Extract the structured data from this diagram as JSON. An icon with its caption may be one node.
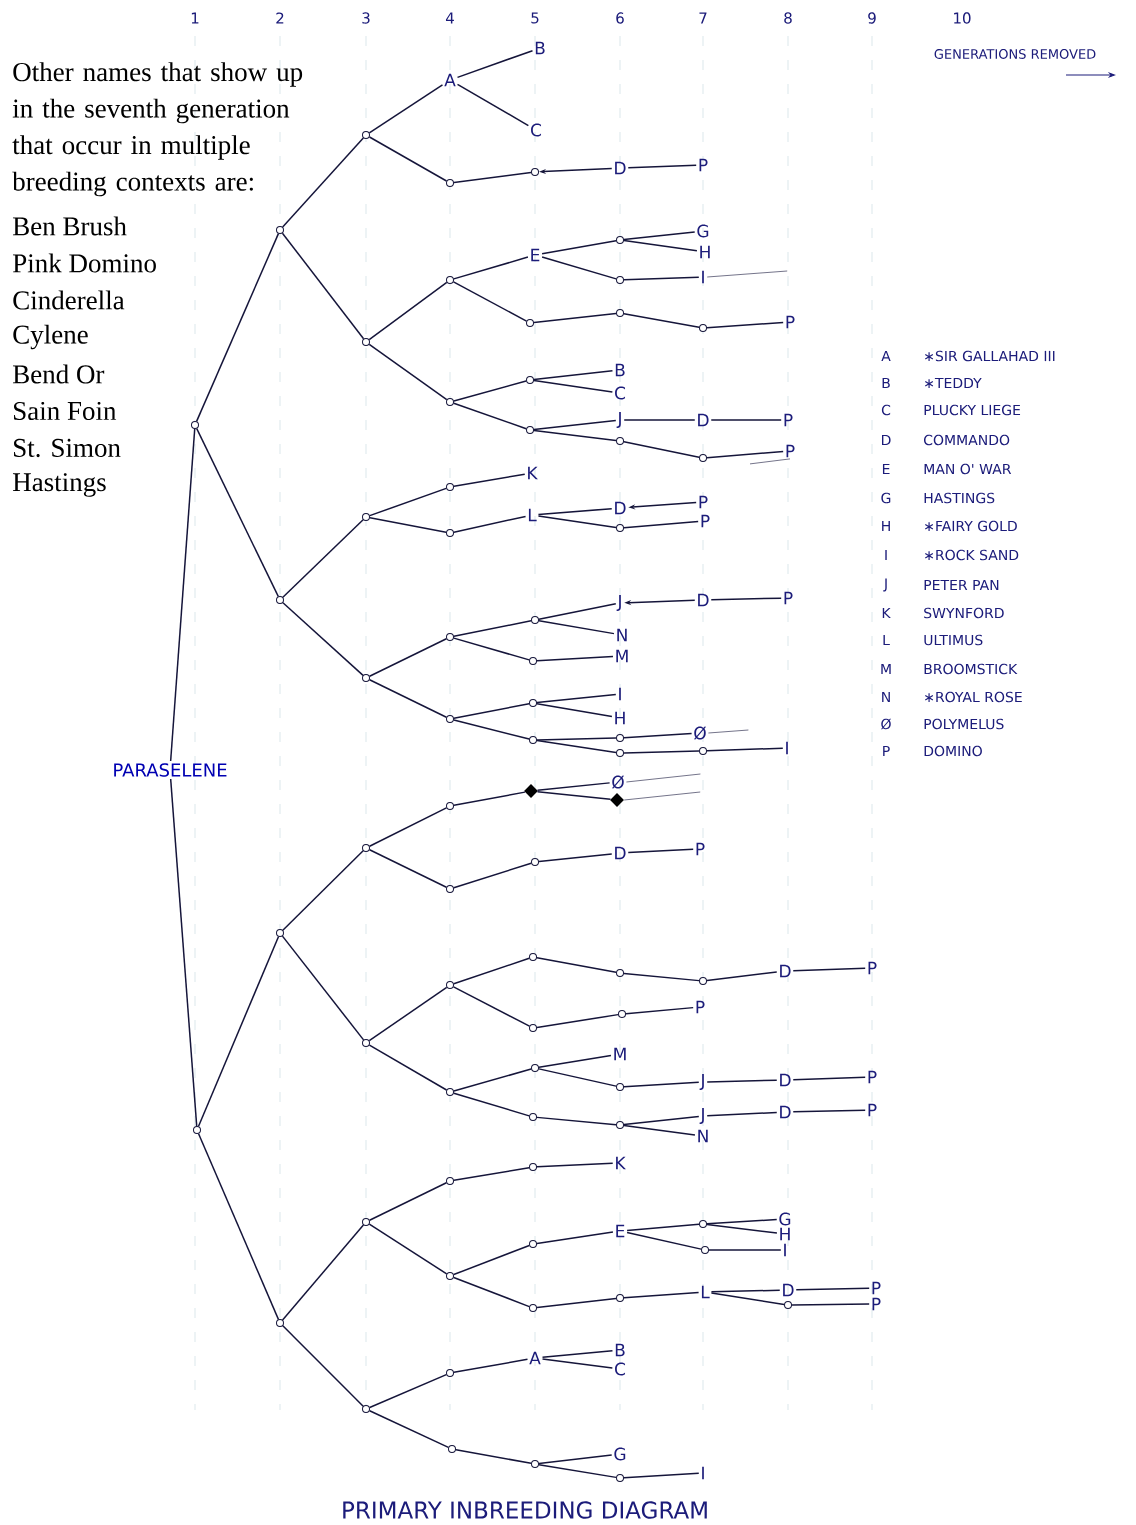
{
  "diagram": {
    "title": "PRIMARY INBREEDING DIAGRAM",
    "nodes": [
      {
        "text": [
          "PARASELENE"
        ]
      },
      {
        "text": [],
        "shape": "circle"
      },
      {
        "text": [],
        "shape": "circle"
      },
      {
        "text": [],
        "shape": "circle"
      },
      {
        "text": [
          "A"
        ]
      },
      {
        "text": [
          "B"
        ]
      },
      {
        "text": [
          "C"
        ]
      },
      {
        "text": [],
        "shape": "circle"
      },
      {
        "text": [],
        "shape": "circle"
      },
      {
        "text": [
          "D"
        ]
      },
      {
        "text": [
          "P"
        ]
      },
      {
        "text": [],
        "shape": "circle"
      },
      {
        "text": [],
        "shape": "circle"
      },
      {
        "text": [
          "E"
        ]
      },
      {
        "text": [],
        "shape": "circle"
      },
      {
        "text": [
          "G"
        ]
      },
      {
        "text": [
          "H"
        ]
      },
      {
        "text": [],
        "shape": "circle"
      },
      {
        "text": [
          "I"
        ]
      },
      {
        "text": [],
        "shape": "circle"
      },
      {
        "text": [],
        "shape": "circle"
      },
      {
        "text": [],
        "shape": "circle"
      },
      {
        "text": [
          "P"
        ]
      },
      {
        "text": [],
        "shape": "circle"
      },
      {
        "text": [],
        "shape": "circle"
      },
      {
        "text": [
          "B"
        ]
      },
      {
        "text": [
          "C"
        ]
      },
      {
        "text": [],
        "shape": "circle"
      },
      {
        "text": [
          "J"
        ]
      },
      {
        "text": [
          "D"
        ]
      },
      {
        "text": [
          "P"
        ]
      },
      {
        "text": [],
        "shape": "circle"
      },
      {
        "text": [],
        "shape": "circle"
      },
      {
        "text": [
          "P"
        ]
      },
      {
        "text": [],
        "shape": "circle"
      },
      {
        "text": [],
        "shape": "circle"
      },
      {
        "text": [],
        "shape": "circle"
      },
      {
        "text": [
          "K"
        ]
      },
      {
        "text": [],
        "shape": "circle"
      },
      {
        "text": [
          "L"
        ]
      },
      {
        "text": [
          "D"
        ]
      },
      {
        "text": [
          "P"
        ]
      },
      {
        "text": [],
        "shape": "circle"
      },
      {
        "text": [
          "P"
        ]
      },
      {
        "text": [],
        "shape": "circle"
      },
      {
        "text": [],
        "shape": "circle"
      },
      {
        "text": [],
        "shape": "circle"
      },
      {
        "text": [
          "J"
        ]
      },
      {
        "text": [
          "D"
        ]
      },
      {
        "text": [
          "P"
        ]
      },
      {
        "text": [
          "N"
        ]
      },
      {
        "text": [],
        "shape": "circle"
      },
      {
        "text": [
          "M"
        ]
      },
      {
        "text": [],
        "shape": "circle"
      },
      {
        "text": [],
        "shape": "circle"
      },
      {
        "text": [
          "I"
        ]
      },
      {
        "text": [
          "H"
        ]
      },
      {
        "text": [],
        "shape": "circle"
      },
      {
        "text": [],
        "shape": "circle"
      },
      {
        "text": [
          "Ø"
        ]
      },
      {
        "text": [],
        "shape": "circle"
      },
      {
        "text": [],
        "shape": "circle"
      },
      {
        "text": [
          "I"
        ]
      },
      {
        "text": [],
        "shape": "circle"
      },
      {
        "text": [],
        "shape": "circle"
      },
      {
        "text": [],
        "shape": "circle"
      },
      {
        "text": [],
        "shape": "circle"
      },
      {
        "text": [],
        "shape": "diamond"
      },
      {
        "text": [
          "Ø"
        ]
      },
      {
        "text": [],
        "shape": "diamond"
      },
      {
        "text": [],
        "shape": "circle"
      },
      {
        "text": [],
        "shape": "circle"
      },
      {
        "text": [
          "D"
        ]
      },
      {
        "text": [
          "P"
        ]
      },
      {
        "text": [],
        "shape": "circle"
      },
      {
        "text": [],
        "shape": "circle"
      },
      {
        "text": [],
        "shape": "circle"
      },
      {
        "text": [],
        "shape": "circle"
      },
      {
        "text": [],
        "shape": "circle"
      },
      {
        "text": [
          "D"
        ]
      },
      {
        "text": [
          "P"
        ]
      },
      {
        "text": [],
        "shape": "circle"
      },
      {
        "text": [],
        "shape": "circle"
      },
      {
        "text": [
          "P"
        ]
      },
      {
        "text": [],
        "shape": "circle"
      },
      {
        "text": [],
        "shape": "circle"
      },
      {
        "text": [
          "M"
        ]
      },
      {
        "text": [],
        "shape": "circle"
      },
      {
        "text": [
          "J"
        ]
      },
      {
        "text": [
          "D"
        ]
      },
      {
        "text": [
          "P"
        ]
      },
      {
        "text": [],
        "shape": "circle"
      },
      {
        "text": [],
        "shape": "circle"
      },
      {
        "text": [
          "J"
        ]
      },
      {
        "text": [
          "D"
        ]
      },
      {
        "text": [
          "P"
        ]
      },
      {
        "text": [
          "N"
        ]
      },
      {
        "text": [],
        "shape": "circle"
      },
      {
        "text": [],
        "shape": "circle"
      },
      {
        "text": [],
        "shape": "circle"
      },
      {
        "text": [],
        "shape": "circle"
      },
      {
        "text": [
          "K"
        ]
      },
      {
        "text": [],
        "shape": "circle"
      },
      {
        "text": [],
        "shape": "circle"
      },
      {
        "text": [
          "E"
        ]
      },
      {
        "text": [],
        "shape": "circle"
      },
      {
        "text": [
          "G"
        ]
      },
      {
        "text": [
          "H"
        ]
      },
      {
        "text": [],
        "shape": "circle"
      },
      {
        "text": [
          "I"
        ]
      },
      {
        "text": [],
        "shape": "circle"
      },
      {
        "text": [],
        "shape": "circle"
      },
      {
        "text": [
          "L"
        ]
      },
      {
        "text": [
          "D"
        ]
      },
      {
        "text": [
          "P"
        ]
      },
      {
        "text": [],
        "shape": "circle"
      },
      {
        "text": [
          "P"
        ]
      },
      {
        "text": [],
        "shape": "circle"
      },
      {
        "text": [],
        "shape": "circle"
      },
      {
        "text": [
          "A"
        ]
      },
      {
        "text": [
          "B"
        ]
      },
      {
        "text": [
          "C"
        ]
      },
      {
        "text": [],
        "shape": "circle"
      },
      {
        "text": [],
        "shape": "circle"
      },
      {
        "text": [
          "G"
        ]
      },
      {
        "text": [],
        "shape": "circle"
      },
      {
        "text": [
          "I"
        ]
      }
    ],
    "edges": [
      {
        "from": 0,
        "to": 1,
        "arrow": "none"
      },
      {
        "from": 0,
        "to": 63,
        "arrow": "none"
      },
      {
        "from": 1,
        "to": 2,
        "arrow": "none"
      },
      {
        "from": 1,
        "to": 34,
        "arrow": "none"
      },
      {
        "from": 2,
        "to": 3,
        "arrow": "none"
      },
      {
        "from": 2,
        "to": 11,
        "arrow": "none"
      },
      {
        "from": 3,
        "to": 4,
        "arrow": "none"
      },
      {
        "from": 3,
        "to": 7,
        "arrow": "none"
      },
      {
        "from": 4,
        "to": 5,
        "arrow": "none"
      },
      {
        "from": 4,
        "to": 6,
        "arrow": "none"
      },
      {
        "from": 7,
        "to": 8,
        "arrow": "none"
      },
      {
        "from": 9,
        "to": 8,
        "arrow": "to"
      },
      {
        "from": 9,
        "to": 10,
        "arrow": "none"
      },
      {
        "from": 11,
        "to": 12,
        "arrow": "none"
      },
      {
        "from": 11,
        "to": 23,
        "arrow": "none"
      },
      {
        "from": 12,
        "to": 13,
        "arrow": "none"
      },
      {
        "from": 12,
        "to": 19,
        "arrow": "none"
      },
      {
        "from": 13,
        "to": 14,
        "arrow": "none"
      },
      {
        "from": 13,
        "to": 17,
        "arrow": "none"
      },
      {
        "from": 14,
        "to": 15,
        "arrow": "none"
      },
      {
        "from": 14,
        "to": 16,
        "arrow": "none"
      },
      {
        "from": 17,
        "to": 18,
        "arrow": "none"
      },
      {
        "from": 18,
        "to": null,
        "arrow": "none"
      },
      {
        "from": 19,
        "to": 20,
        "arrow": "none"
      },
      {
        "from": 20,
        "to": 21,
        "arrow": "none"
      },
      {
        "from": 21,
        "to": 22,
        "arrow": "none"
      },
      {
        "from": 23,
        "to": 24,
        "arrow": "none"
      },
      {
        "from": 23,
        "to": 27,
        "arrow": "none"
      },
      {
        "from": 24,
        "to": 25,
        "arrow": "none"
      },
      {
        "from": 24,
        "to": 26,
        "arrow": "none"
      },
      {
        "from": 27,
        "to": 28,
        "arrow": "none"
      },
      {
        "from": 28,
        "to": 29,
        "arrow": "none"
      },
      {
        "from": 29,
        "to": 30,
        "arrow": "none"
      },
      {
        "from": 27,
        "to": 31,
        "arrow": "none"
      },
      {
        "from": 31,
        "to": 32,
        "arrow": "none"
      },
      {
        "from": 32,
        "to": 33,
        "arrow": "none"
      },
      {
        "from": 33,
        "to": null,
        "arrow": "none"
      },
      {
        "from": 34,
        "to": 35,
        "arrow": "none"
      },
      {
        "from": 34,
        "to": 44,
        "arrow": "none"
      },
      {
        "from": 35,
        "to": 36,
        "arrow": "none"
      },
      {
        "from": 35,
        "to": 38,
        "arrow": "none"
      },
      {
        "from": 36,
        "to": 37,
        "arrow": "none"
      },
      {
        "from": 38,
        "to": 39,
        "arrow": "none"
      },
      {
        "from": 39,
        "to": 40,
        "arrow": "none"
      },
      {
        "from": 41,
        "to": 40,
        "arrow": "to"
      },
      {
        "from": 39,
        "to": 42,
        "arrow": "none"
      },
      {
        "from": 42,
        "to": 43,
        "arrow": "none"
      },
      {
        "from": 44,
        "to": 45,
        "arrow": "none"
      },
      {
        "from": 44,
        "to": 53,
        "arrow": "none"
      },
      {
        "from": 45,
        "to": 46,
        "arrow": "none"
      },
      {
        "from": 45,
        "to": 51,
        "arrow": "none"
      },
      {
        "from": 46,
        "to": 47,
        "arrow": "none"
      },
      {
        "from": 46,
        "to": 50,
        "arrow": "none"
      },
      {
        "from": 48,
        "to": 47,
        "arrow": "to"
      },
      {
        "from": 48,
        "to": 49,
        "arrow": "none"
      },
      {
        "from": 51,
        "to": 52,
        "arrow": "none"
      },
      {
        "from": 53,
        "to": 54,
        "arrow": "none"
      },
      {
        "from": 53,
        "to": 57,
        "arrow": "none"
      },
      {
        "from": 54,
        "to": 55,
        "arrow": "none"
      },
      {
        "from": 54,
        "to": 56,
        "arrow": "none"
      },
      {
        "from": 57,
        "to": 58,
        "arrow": "none"
      },
      {
        "from": 58,
        "to": 59,
        "arrow": "none"
      },
      {
        "from": 59,
        "to": null,
        "arrow": "none"
      },
      {
        "from": 57,
        "to": 60,
        "arrow": "none"
      },
      {
        "from": 60,
        "to": 61,
        "arrow": "none"
      },
      {
        "from": 61,
        "to": 62,
        "arrow": "none"
      },
      {
        "from": 63,
        "to": 64,
        "arrow": "none"
      },
      {
        "from": 63,
        "to": 97,
        "arrow": "none"
      },
      {
        "from": 64,
        "to": 65,
        "arrow": "none"
      },
      {
        "from": 64,
        "to": 74,
        "arrow": "none"
      },
      {
        "from": 65,
        "to": 66,
        "arrow": "none"
      },
      {
        "from": 65,
        "to": 70,
        "arrow": "none"
      },
      {
        "from": 66,
        "to": 67,
        "arrow": "none"
      },
      {
        "from": 67,
        "to": 68,
        "arrow": "none"
      },
      {
        "from": 67,
        "to": 69,
        "arrow": "none"
      },
      {
        "from": 68,
        "to": null,
        "arrow": "none"
      },
      {
        "from": 69,
        "to": null,
        "arrow": "none"
      },
      {
        "from": 70,
        "to": 71,
        "arrow": "none"
      },
      {
        "from": 71,
        "to": 72,
        "arrow": "none"
      },
      {
        "from": 72,
        "to": 73,
        "arrow": "none"
      },
      {
        "from": 74,
        "to": 75,
        "arrow": "none"
      },
      {
        "from": 74,
        "to": 84,
        "arrow": "none"
      },
      {
        "from": 75,
        "to": 76,
        "arrow": "none"
      },
      {
        "from": 76,
        "to": 77,
        "arrow": "none"
      },
      {
        "from": 77,
        "to": 78,
        "arrow": "none"
      },
      {
        "from": 78,
        "to": 79,
        "arrow": "none"
      },
      {
        "from": 79,
        "to": 80,
        "arrow": "none"
      },
      {
        "from": 75,
        "to": 81,
        "arrow": "none"
      },
      {
        "from": 81,
        "to": 82,
        "arrow": "none"
      },
      {
        "from": 82,
        "to": 83,
        "arrow": "none"
      },
      {
        "from": 84,
        "to": 85,
        "arrow": "none"
      },
      {
        "from": 84,
        "to": 91,
        "arrow": "none"
      },
      {
        "from": 85,
        "to": 86,
        "arrow": "none"
      },
      {
        "from": 85,
        "to": 87,
        "arrow": "none"
      },
      {
        "from": 87,
        "to": 88,
        "arrow": "none"
      },
      {
        "from": 88,
        "to": 89,
        "arrow": "none"
      },
      {
        "from": 89,
        "to": 90,
        "arrow": "none"
      },
      {
        "from": 91,
        "to": 92,
        "arrow": "none"
      },
      {
        "from": 92,
        "to": 93,
        "arrow": "none"
      },
      {
        "from": 93,
        "to": 94,
        "arrow": "none"
      },
      {
        "from": 94,
        "to": 95,
        "arrow": "none"
      },
      {
        "from": 92,
        "to": 96,
        "arrow": "none"
      },
      {
        "from": 97,
        "to": 98,
        "arrow": "none"
      },
      {
        "from": 97,
        "to": 117,
        "arrow": "none"
      },
      {
        "from": 98,
        "to": 99,
        "arrow": "none"
      },
      {
        "from": 99,
        "to": 100,
        "arrow": "none"
      },
      {
        "from": 100,
        "to": 101,
        "arrow": "none"
      },
      {
        "from": 98,
        "to": 102,
        "arrow": "none"
      },
      {
        "from": 102,
        "to": 103,
        "arrow": "none"
      },
      {
        "from": 103,
        "to": 104,
        "arrow": "none"
      },
      {
        "from": 104,
        "to": 105,
        "arrow": "none"
      },
      {
        "from": 105,
        "to": 106,
        "arrow": "none"
      },
      {
        "from": 105,
        "to": 107,
        "arrow": "none"
      },
      {
        "from": 104,
        "to": 108,
        "arrow": "none"
      },
      {
        "from": 108,
        "to": 109,
        "arrow": "none"
      },
      {
        "from": 102,
        "to": 110,
        "arrow": "none"
      },
      {
        "from": 110,
        "to": 111,
        "arrow": "none"
      },
      {
        "from": 111,
        "to": 112,
        "arrow": "none"
      },
      {
        "from": 112,
        "to": 113,
        "arrow": "none"
      },
      {
        "from": 113,
        "to": 114,
        "arrow": "none"
      },
      {
        "from": 112,
        "to": 115,
        "arrow": "none"
      },
      {
        "from": 115,
        "to": 116,
        "arrow": "none"
      },
      {
        "from": 117,
        "to": 118,
        "arrow": "none"
      },
      {
        "from": 118,
        "to": 119,
        "arrow": "none"
      },
      {
        "from": 119,
        "to": 120,
        "arrow": "none"
      },
      {
        "from": 119,
        "to": 121,
        "arrow": "none"
      },
      {
        "from": 117,
        "to": 122,
        "arrow": "none"
      },
      {
        "from": 122,
        "to": 123,
        "arrow": "none"
      },
      {
        "from": 123,
        "to": 124,
        "arrow": "none"
      },
      {
        "from": 123,
        "to": 125,
        "arrow": "none"
      },
      {
        "from": 125,
        "to": 126,
        "arrow": "none"
      }
    ],
    "labels": [
      "1",
      "2",
      "3",
      "4",
      "5",
      "6",
      "7",
      "8",
      "9",
      "10",
      "GENERATIONS REMOVED",
      "Other names that show up in the seventh generation that occur in multiple breeding contexts are:",
      "Ben Brush",
      "Pink Domino",
      "Cinderella",
      "Cylene",
      "Bend Or",
      "Sain Foin",
      "St. Simon",
      "Hastings",
      "A",
      "∗SIR GALLAHAD III",
      "B",
      "∗TEDDY",
      "C",
      "PLUCKY LIEGE",
      "D",
      "COMMANDO",
      "E",
      "MAN O' WAR",
      "G",
      "HASTINGS",
      "H",
      "∗FAIRY GOLD",
      "I",
      "∗ROCK SAND",
      "J",
      "PETER PAN",
      "K",
      "SWYNFORD",
      "L",
      "ULTIMUS",
      "M",
      "BROOMSTICK",
      "N",
      "∗ROYAL ROSE",
      "Ø",
      "POLYMELUS",
      "P",
      "DOMINO"
    ]
  }
}
